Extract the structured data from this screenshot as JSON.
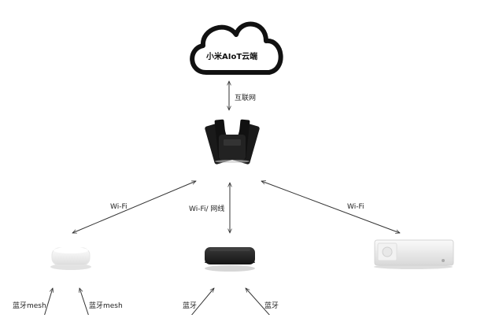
{
  "cloud": {
    "label": "小米AIoT云端"
  },
  "links": {
    "cloud_router": "互联网",
    "router_left": "Wi-Fi",
    "router_center": "Wi-Fi/ 网线",
    "router_right": "Wi-Fi",
    "left_mesh_a": "蓝牙mesh",
    "left_mesh_b": "蓝牙mesh",
    "center_bt_a": "蓝牙",
    "center_bt_b": "蓝牙"
  },
  "colors": {
    "line": "#333333",
    "cloud_outline": "#111111",
    "router_body": "#1b1b1b",
    "gateway_body": "#222222",
    "hub_body": "#f4f4f4",
    "panel_body": "#eeeeee"
  }
}
